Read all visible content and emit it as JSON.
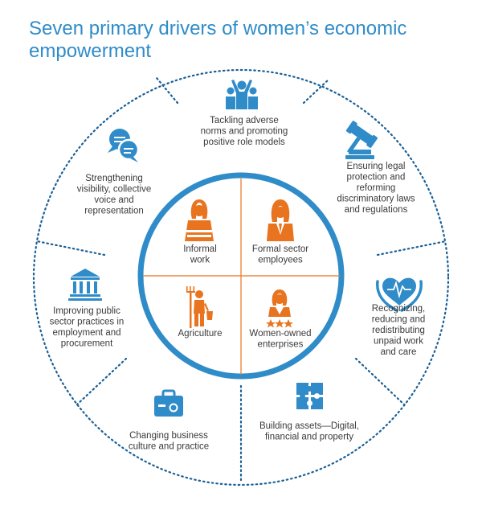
{
  "title": "Seven primary drivers of women’s economic empowerment",
  "colors": {
    "blue": "#2f8cc9",
    "orange": "#e8741f",
    "navy": "#1a5f96",
    "text": "#3a3a3a"
  },
  "outer_drivers": [
    {
      "lines": [
        "Tackling adverse",
        "norms and promoting",
        "positive role models"
      ],
      "icon": "people-celebrating-icon"
    },
    {
      "lines": [
        "Ensuring legal",
        "protection and",
        "reforming",
        "discriminatory laws",
        "and regulations"
      ],
      "icon": "gavel-icon"
    },
    {
      "lines": [
        "Recognizing,",
        "reducing and",
        "redistributing",
        "unpaid work",
        "and care"
      ],
      "icon": "heart-in-hands-icon"
    },
    {
      "lines": [
        "Building assets—Digital,",
        "financial and property"
      ],
      "icon": "puzzle-icon"
    },
    {
      "lines": [
        "Changing business",
        "culture and practice"
      ],
      "icon": "briefcase-icon"
    },
    {
      "lines": [
        "Improving public",
        "sector practices in",
        "employment and",
        "procurement"
      ],
      "icon": "bank-building-icon"
    },
    {
      "lines": [
        "Strengthening",
        "visibility, collective",
        "voice and",
        "representation"
      ],
      "icon": "speech-bubbles-icon"
    }
  ],
  "inner_categories": [
    {
      "lines": [
        "Informal",
        "work"
      ],
      "icon": "informal-worker-icon"
    },
    {
      "lines": [
        "Formal sector",
        "employees"
      ],
      "icon": "formal-employee-icon"
    },
    {
      "lines": [
        "Agriculture"
      ],
      "icon": "farmer-icon"
    },
    {
      "lines": [
        "Women-owned",
        "enterprises"
      ],
      "icon": "entrepreneur-icon"
    }
  ]
}
